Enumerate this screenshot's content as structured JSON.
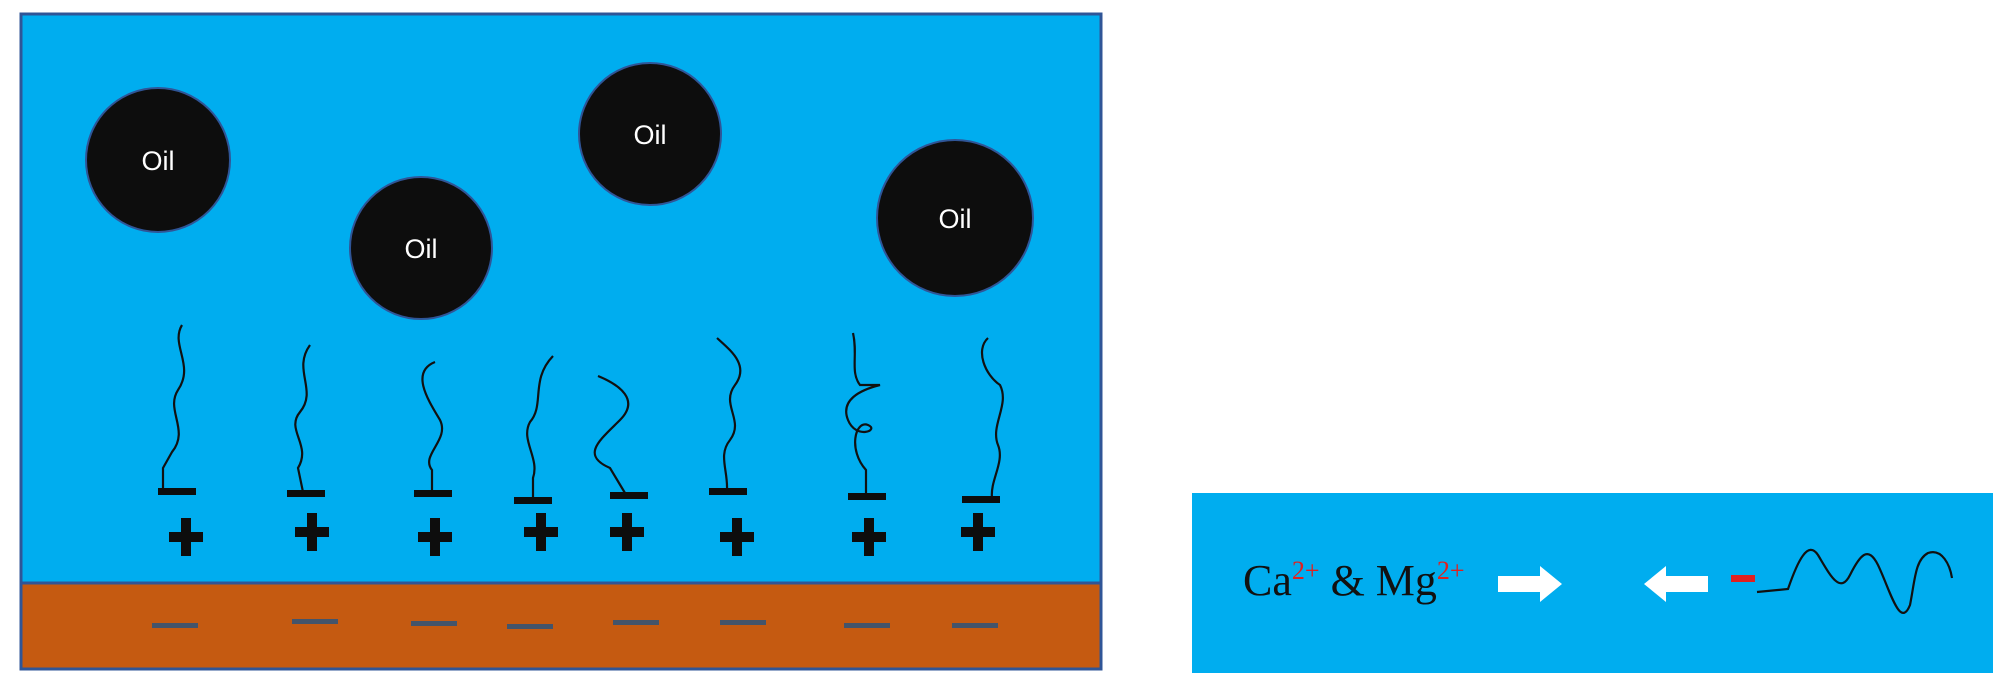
{
  "oil_droplets": [
    {
      "label": "Oil"
    },
    {
      "label": "Oil"
    },
    {
      "label": "Oil"
    },
    {
      "label": "Oil"
    }
  ],
  "surface_charge": "−",
  "cation_charge": "+",
  "surfactant_head_charge": "−",
  "legend": {
    "ca": "Ca",
    "ca_charge": "2+",
    "amp": " & ",
    "mg": "Mg",
    "mg_charge": "2+",
    "surfactant_charge": "−"
  },
  "colors": {
    "water": "#00adef",
    "rock": "#c55a11",
    "oil": "#0d0d0d",
    "border": "#2f5597",
    "negative_dash": "#44546a",
    "legend_charge": "#e0201f"
  }
}
